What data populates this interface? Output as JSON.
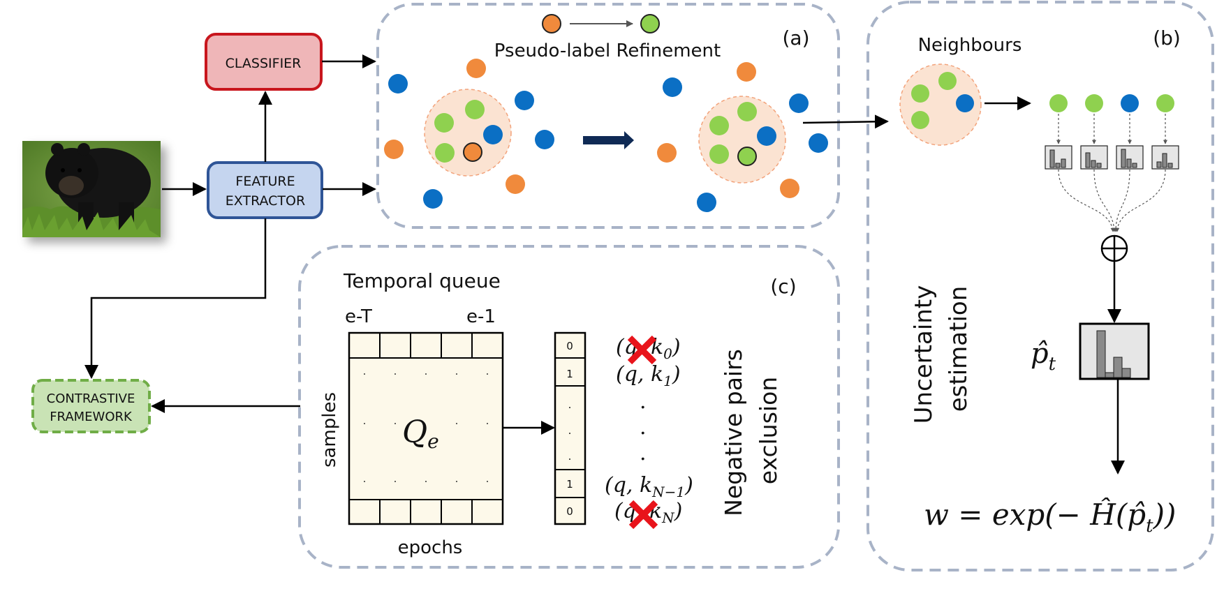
{
  "blocks": {
    "classifier": "CLASSIFIER",
    "feature_extractor_line1": "FEATURE",
    "feature_extractor_line2": "EXTRACTOR",
    "contrastive_line1": "CONTRASTIVE",
    "contrastive_line2": "FRAMEWORK"
  },
  "panel_a": {
    "tag": "(a)",
    "title": "Pseudo-label Refinement"
  },
  "panel_b": {
    "tag": "(b)",
    "neighbours": "Neighbours",
    "uncertainty_line1": "Uncertainty",
    "uncertainty_line2": "estimation",
    "oplus": "⊕",
    "p_hat": "p̂",
    "p_sub": "t",
    "formula": "w = exp(− Ĥ(p̂",
    "formula_sub": "t",
    "formula_end": "))"
  },
  "panel_c": {
    "tag": "(c)",
    "title": "Temporal queue",
    "e_T": "e-T",
    "e_1": "e-1",
    "samples": "samples",
    "epochs": "epochs",
    "Q": "Q",
    "Q_sub": "e",
    "queue_values": [
      "0",
      "1",
      ".",
      ".",
      ".",
      "1",
      "0"
    ],
    "pair0": "(q, k",
    "pair0_sub": "0",
    "pair1": "(q, k",
    "pair1_sub": "1",
    "pairN1": "(q, k",
    "pairN1_sub": "N−1",
    "pairN": "(q, k",
    "pairN_sub": "N",
    "dot": ".",
    "neg_line1": "Negative pairs",
    "neg_line2": "exclusion"
  },
  "colors": {
    "orange": "#f08a3c",
    "green": "#8fd14f",
    "blue": "#0b6fc4",
    "classifier_fill": "#efb6b8",
    "classifier_stroke": "#c8161d",
    "extractor_fill": "#c5d5ef",
    "extractor_stroke": "#2f5597",
    "contrastive_fill": "#c9e3b5",
    "contrastive_stroke": "#70ad47",
    "panel_stroke": "#a8b3c7",
    "queue_fill": "#fdf9ea",
    "halo": "#fbe3d2"
  }
}
